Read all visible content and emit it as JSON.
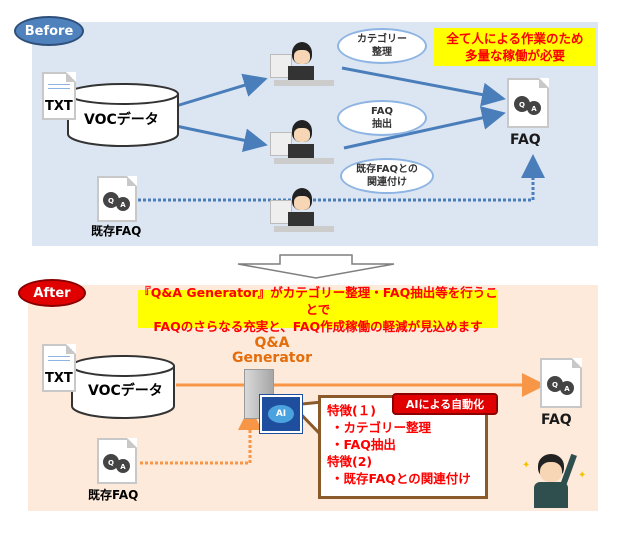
{
  "before": {
    "badge": "Before",
    "note_lines": [
      "全て人による作業のため",
      "多量な稼働が必要"
    ],
    "source_doc": "TXT",
    "database": "VOCデータ",
    "existing_faq": "既存FAQ",
    "tasks": [
      {
        "lines": [
          "カテゴリー",
          "整理"
        ]
      },
      {
        "lines": [
          "FAQ",
          "抽出"
        ]
      },
      {
        "lines": [
          "既存FAQとの",
          "関連付け"
        ]
      }
    ],
    "output": "FAQ",
    "colors": {
      "panel": "#dce6f2",
      "arrow": "#4a7ebb",
      "badge": "#4f81bd"
    }
  },
  "after": {
    "badge": "After",
    "note_lines": [
      "『Q&A Generator』がカテゴリー整理・FAQ抽出等を行うことで",
      "FAQのさらなる充実と、FAQ作成稼働の軽減が見込めます"
    ],
    "source_doc": "TXT",
    "database": "VOCデータ",
    "existing_faq": "既存FAQ",
    "generator_lines": [
      "Q&A",
      "Generator"
    ],
    "ai_chip": "AI",
    "ai_badge": "AIによる自動化",
    "features": [
      {
        "title": "特徴(１)",
        "items": [
          "・カテゴリー整理",
          "・FAQ抽出"
        ]
      },
      {
        "title": "特徴(2)",
        "items": [
          "・既存FAQとの関連付け"
        ]
      }
    ],
    "output": "FAQ",
    "colors": {
      "panel": "#fdeada",
      "arrow": "#f79646",
      "badge": "#e00000"
    }
  },
  "icons": {
    "qa_q": "Q",
    "qa_a": "A"
  }
}
